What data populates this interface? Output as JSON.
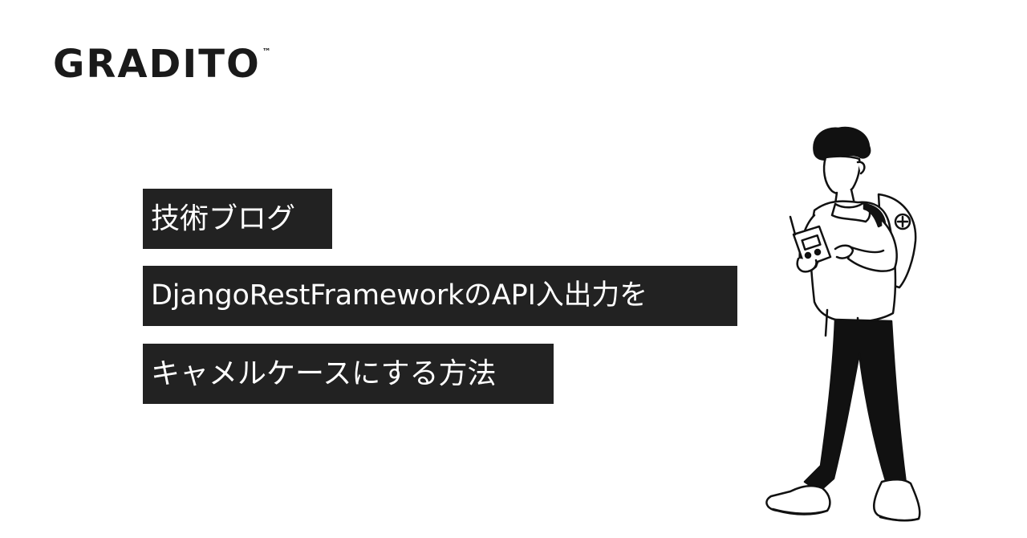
{
  "brand": {
    "logo_text": "GRADITO",
    "trademark": "™"
  },
  "article": {
    "tag": "技術ブログ",
    "title_lines": [
      "DjangoRestFrameworkのAPI入出力を",
      "キャメルケースにする方法"
    ]
  },
  "illustration": {
    "subject": "walking-person-with-phone"
  },
  "colors": {
    "background": "#ffffff",
    "title_block": "#222222",
    "title_text": "#ffffff",
    "logo": "#1a1a1a"
  }
}
